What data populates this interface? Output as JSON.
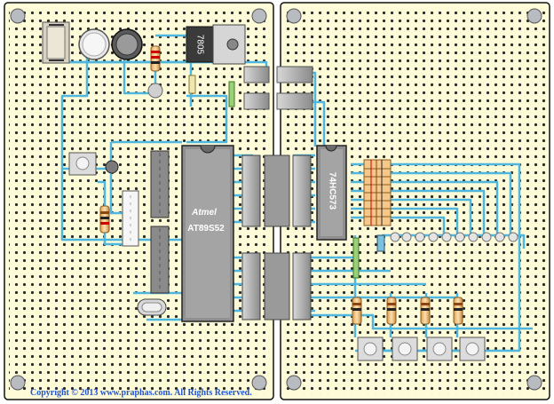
{
  "board": {
    "background": "#fdfbd8",
    "hole_color": "#2b2b2b",
    "wire_color": "#4fb6e0",
    "frame_color": "#111111"
  },
  "components": {
    "regulator_label": "7805",
    "mcu_logo": "Atmel",
    "mcu_label": "AT89S52",
    "latch_label": "74HC573"
  },
  "copyright": "Copyright © 2013 www.praphas.com. All Rights Reserved."
}
